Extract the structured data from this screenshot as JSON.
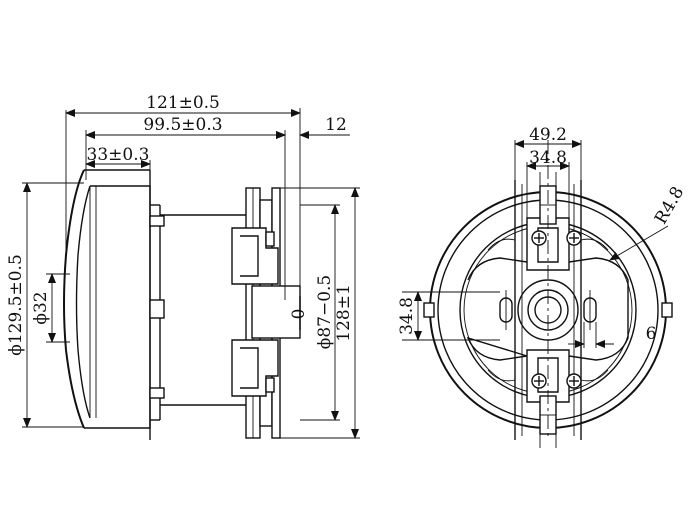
{
  "side_view": {
    "overall_length": "121±0.5",
    "body_length": "99.5±0.3",
    "shaft_length": "12",
    "fan_cover_length": "33±0.3",
    "fan_diameter": "ϕ129.5±0.5",
    "inlet_diameter": "ϕ32",
    "motor_diameter": "ϕ87−0.5",
    "motor_tolerance_upper": "0",
    "bracket_height": "128±1"
  },
  "end_view": {
    "slot_outer_width": "49.2",
    "slot_inner_width": "34.8",
    "corner_radius": "R4.8",
    "slot_height": "34.8",
    "slot_width": "6"
  }
}
